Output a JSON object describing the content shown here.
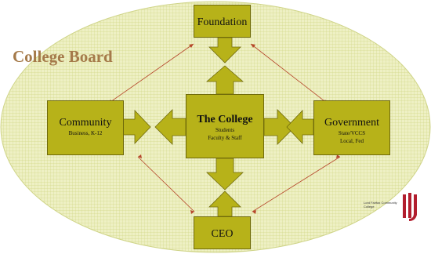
{
  "board": {
    "title": "College Board"
  },
  "nodes": {
    "foundation": {
      "title": "Foundation"
    },
    "community": {
      "title": "Community",
      "subtitle": "Business, K-12"
    },
    "college": {
      "title": "The College",
      "line1": "Students",
      "line2": "Faculty & Staff"
    },
    "government": {
      "title": "Government",
      "line1": "State/VCCS",
      "line2": "Local, Fed"
    },
    "ceo": {
      "title": "CEO"
    }
  },
  "logo": {
    "text": "Lord Fairfax Community College"
  },
  "colors": {
    "ellipse": "#e6ebb0",
    "box": "#b7b219",
    "title": "#a57a4a",
    "connector": "#b5452a"
  },
  "icons": [
    "arrow-up",
    "arrow-down",
    "arrow-left",
    "arrow-right",
    "logo-mark"
  ]
}
